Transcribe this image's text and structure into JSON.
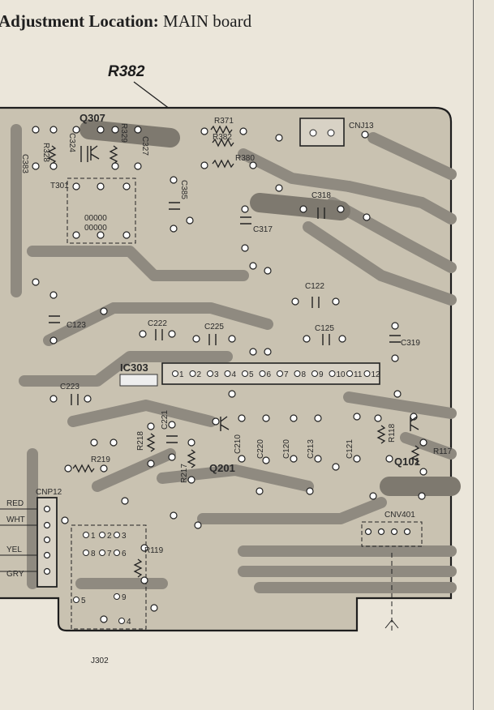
{
  "heading": {
    "prefix": "Adjustment Location",
    "colon": ":",
    "value": "MAIN board"
  },
  "callout": "R382",
  "labels": {
    "q307": "Q307",
    "c383": "C383",
    "r328": "R328",
    "c324": "C324",
    "r329": "R329",
    "c327": "C327",
    "t301": "T301",
    "c385": "C385",
    "r371": "R371",
    "r382": "R382",
    "r380": "R380",
    "cnj13": "CNJ13",
    "c318": "C318",
    "c317": "C317",
    "c122": "C122",
    "c123": "C123",
    "c222": "C222",
    "c225": "C225",
    "c125": "C125",
    "c319": "C319",
    "ic303": "IC303",
    "c223": "C223",
    "r218": "R218",
    "c221": "C221",
    "c210": "C210",
    "c220": "C220",
    "c120": "C120",
    "c213": "C213",
    "c121": "C121",
    "r118": "R118",
    "r117": "R117",
    "q201": "Q201",
    "q101": "Q101",
    "r217": "R217",
    "r219": "R219",
    "cnp12": "CNP12",
    "cnv401": "CNV401",
    "r119": "R119",
    "j302": "J302",
    "red": "RED",
    "wht": "WHT",
    "yel": "YEL",
    "gry": "GRY"
  },
  "ic_pins": [
    "1",
    "2",
    "3",
    "4",
    "5",
    "6",
    "7",
    "8",
    "9",
    "10",
    "11",
    "12"
  ],
  "jack_pins": [
    "1",
    "2",
    "3",
    "8",
    "7",
    "6",
    "5",
    "9",
    "4"
  ]
}
